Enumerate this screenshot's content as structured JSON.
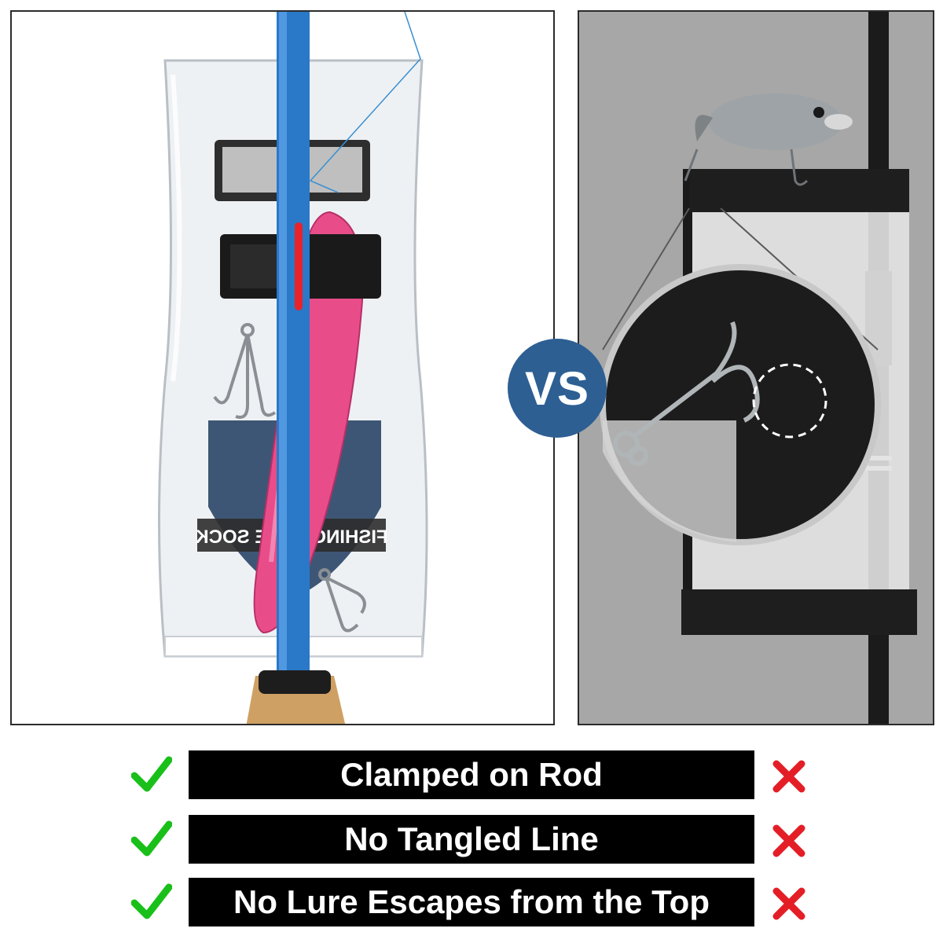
{
  "vs_label": "VS",
  "logo_text": "FISHING LURE SOCK",
  "comparison": {
    "items": [
      {
        "label": "Clamped on Rod"
      },
      {
        "label": "No Tangled Line"
      },
      {
        "label": "No Lure Escapes from the Top"
      }
    ]
  },
  "colors": {
    "check": "#19c019",
    "cross": "#e41e26",
    "vs_badge": "#2d5f93",
    "bar": "#000000",
    "rod": "#2a78c8"
  }
}
